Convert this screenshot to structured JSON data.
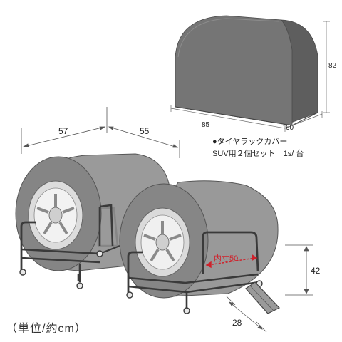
{
  "cover": {
    "title": "●タイヤラックカバー",
    "subtitle": "SUV用２個セット　1s/ 台",
    "dim_depth": "85",
    "dim_width": "60",
    "dim_height": "82"
  },
  "rack": {
    "dim_left": "57",
    "dim_right": "55",
    "dim_inner": "内寸50",
    "dim_height": "42",
    "dim_slope": "28"
  },
  "unit_label": "（単位/約cm）",
  "colors": {
    "cover_fill": "#6f6f6f",
    "tire_fill": "#8a8a8a",
    "frame": "#3a3a3a",
    "accent_red": "#d0202a"
  }
}
